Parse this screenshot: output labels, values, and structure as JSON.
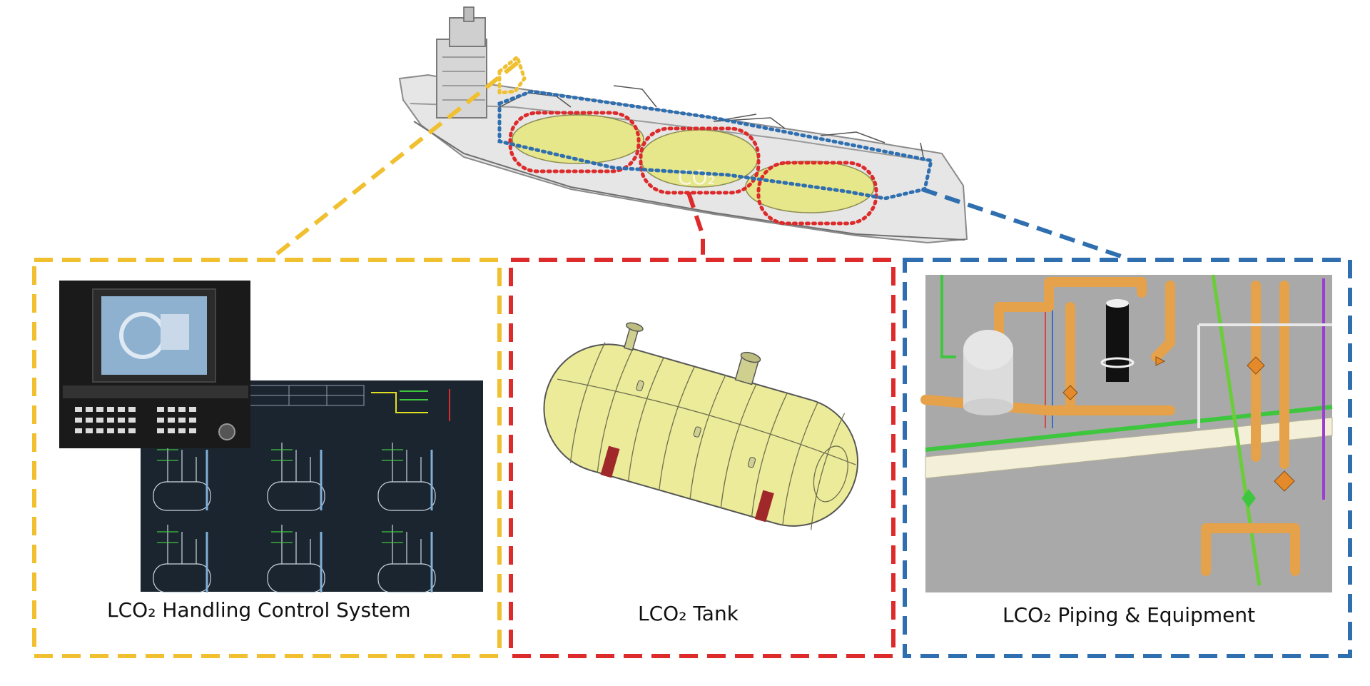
{
  "colors": {
    "control_system": "#f0c030",
    "tank": "#dd2a2a",
    "piping": "#2f6fb0",
    "tank_fill": "#ebeb9a",
    "pipe_orange": "#e5a24a",
    "pipe_green": "#3ec73e",
    "screen_bg": "#1b2530",
    "piping_bg": "#a9a9a9"
  },
  "ship": {
    "hull_label": "CO₂"
  },
  "panels": {
    "control": {
      "caption": "LCO₂  Handling Control System"
    },
    "tank": {
      "caption": "LCO₂  Tank"
    },
    "piping": {
      "caption": "LCO₂  Piping & Equipment"
    }
  },
  "icons": [
    "ship-illustration",
    "control-console-photo",
    "control-screen-mimic",
    "tank-3d-render",
    "piping-3d-render"
  ]
}
